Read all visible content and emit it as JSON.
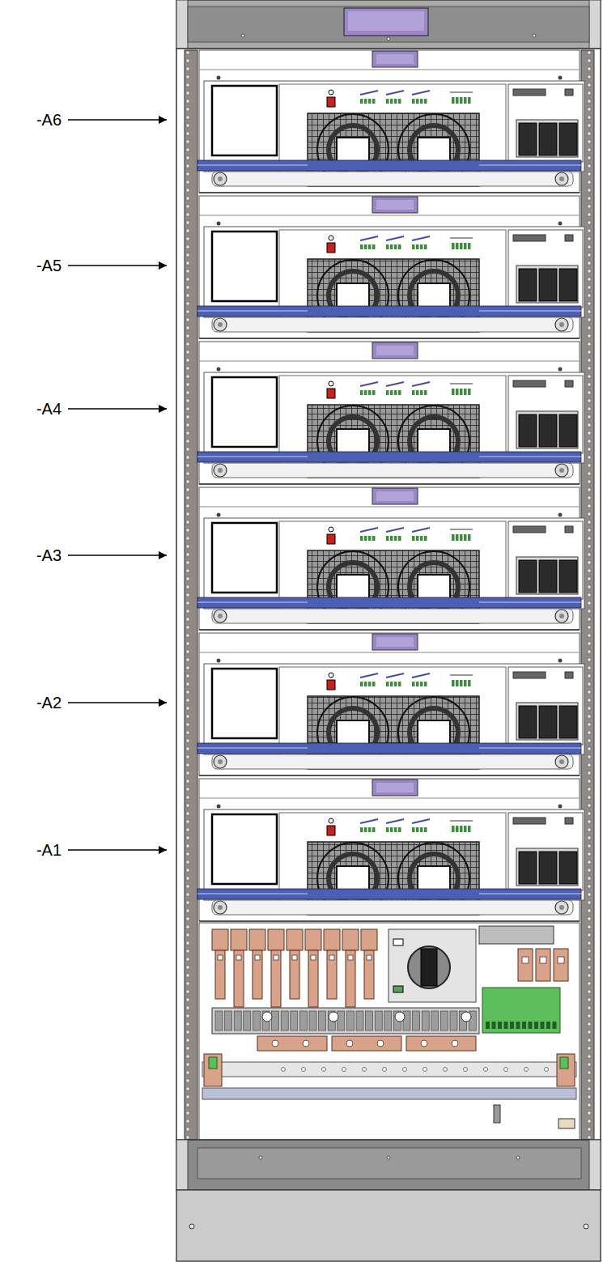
{
  "diagram": {
    "labels": [
      "-A6",
      "-A5",
      "-A4",
      "-A3",
      "-A2",
      "-A1"
    ]
  }
}
